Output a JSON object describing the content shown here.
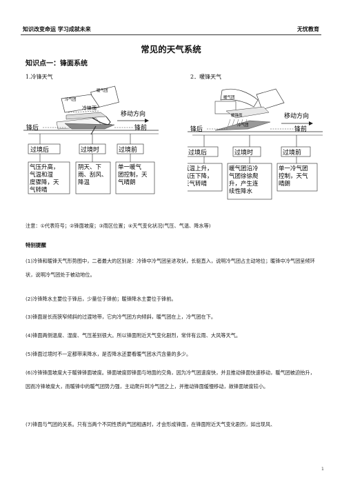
{
  "header": {
    "left": "知识改变命运 学习成就未来",
    "right": "无忧教育"
  },
  "title": "常见的天气系统",
  "section": "知识点一：锋面系统",
  "cold": {
    "label": "1.冷锋天气",
    "warm_air": "暖气团",
    "cold_air": "冷气团",
    "rain": "冷锋雨",
    "direction": "移动方向",
    "behind": "锋后",
    "front": "锋前",
    "boxes": [
      "过境后",
      "过境时",
      "过境前"
    ],
    "descs": [
      [
        "气压升高，",
        "气温和湿",
        "度骤降，天",
        "气转晴"
      ],
      [
        "阴天、下",
        "雨、刮风、",
        "降温"
      ],
      [
        "单一暖气",
        "团控制，天",
        "气晴朗"
      ]
    ]
  },
  "warm": {
    "label": "2．暖锋天气",
    "warm_air": "暖气团",
    "cold_air": "冷气团",
    "rain": "暖锋雨",
    "direction": "移动方向",
    "behind": "锋后",
    "front": "锋前",
    "boxes": [
      "过境后",
      "过境时",
      "过境前"
    ],
    "descs": [
      [
        "气温上升，",
        "气压下降，",
        "天气转晴"
      ],
      [
        "暖气团沿冷",
        "气团徐徐爬",
        "升，产生连",
        "续性降水"
      ],
      [
        "单一冷气团",
        "控制，天气",
        "晴朗"
      ]
    ]
  },
  "note": "注意：①代表符号；②锋面坡度；③雨区位置；④天气变化状况(气压、气温、降水等)",
  "special_title": "特别提醒",
  "points": [
    "(1)冷锋和暖锋天气形势图中，二者最大的区别是：冷锋中冷气团呈进攻状，长驱直入，说明冷气团占主动地位；暖锋中冷气团呈倾环状，说明冷气团处于被动地位。",
    "(2)冷锋降水主要位于锋后，少量位于锋前；暖锋降水主要位于锋前。",
    "(3)锋面是长而狭窄倾斜的过渡地带，它向冷气团方向倾斜，暖气团在上，冷气团在下。",
    "(4)锋面两侧温度、湿度、气压差别很大。所以锋面附近天气变化剧烈，常伴有云雨、大风等天气。",
    "(5)锋面过境时不一定都带来降水，是否降水还要看暖气团水汽含量的多少。",
    "(6)冷锋锋面坡度大于暖锋锋面坡度。锋面坡度即锋面与地面的交角，因为冷气团速度快，并且推动锋面快速移动，暖气团被迫抬升，因而冷锋坡度大，而暖锋中的暖气团势力强，主动爬升到冷气团之上，并推动锋面缓慢移动，故锋面坡度较小。",
    "(7)锋面与气团的关系。只有当两个不同性质的气团相遇时，才会形成锋面，在锋面附近天气变化剧烈，如出现风、"
  ],
  "page_number": "1"
}
